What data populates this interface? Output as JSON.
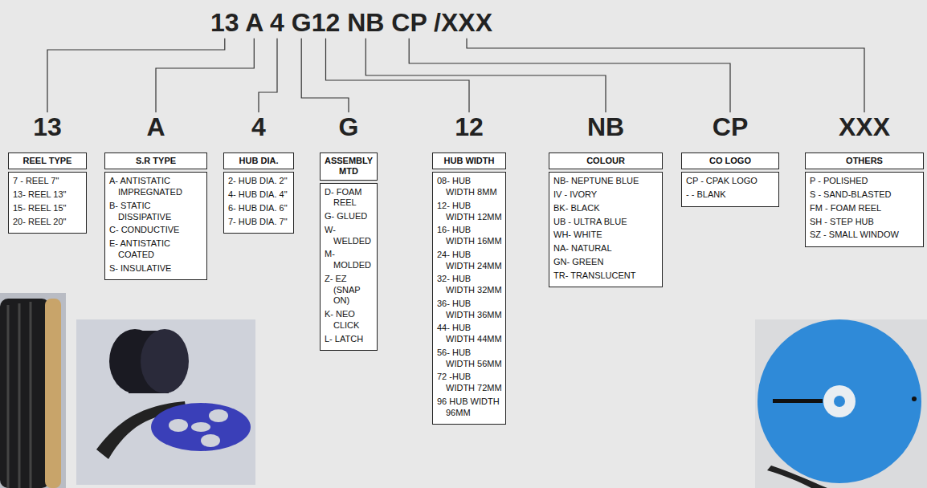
{
  "diagram": {
    "title": "13 A 4 G12 NB CP /XXX",
    "nodes": [
      {
        "text": [
          "13",
          "REEL TYPE",
          "7 - REEL 7\"",
          "13- REEL 13\"",
          "15- REEL 15\"",
          "20- REEL 20\""
        ]
      },
      {
        "text": [
          "A",
          "S.R TYPE",
          "A- ANTISTATIC IMPREGNATED",
          "B- STATIC DISSIPATIVE",
          "C- CONDUCTIVE",
          "E- ANTISTATIC COATED",
          "S- INSULATIVE"
        ]
      },
      {
        "text": [
          "4",
          "HUB DIA.",
          "2- HUB DIA. 2\"",
          "4- HUB DIA. 4\"",
          "6- HUB DIA. 6\"",
          "7- HUB DIA. 7\""
        ]
      },
      {
        "text": [
          "G",
          "ASSEMBLY MTD",
          "D- FOAM REEL",
          "G- GLUED",
          "W- WELDED",
          "M- MOLDED",
          "Z- EZ (SNAP ON)",
          "K- NEO CLICK",
          "L- LATCH"
        ]
      },
      {
        "text": [
          "12",
          "HUB WIDTH",
          "08- HUB WIDTH 8MM",
          "12- HUB WIDTH 12MM",
          "16- HUB WIDTH 16MM",
          "24- HUB WIDTH 24MM",
          "32- HUB WIDTH 32MM",
          "36- HUB WIDTH 36MM",
          "44- HUB WIDTH 44MM",
          "56- HUB WIDTH 56MM",
          "72 -HUB WIDTH 72MM",
          "96 HUB WIDTH 96MM"
        ]
      },
      {
        "text": [
          "NB",
          "COLOUR",
          "NB- NEPTUNE BLUE",
          "IV - IVORY",
          "BK- BLACK",
          "UB - ULTRA BLUE",
          "WH- WHITE",
          "NA- NATURAL",
          "GN- GREEN",
          "TR- TRANSLUCENT"
        ]
      },
      {
        "text": [
          "CP",
          "CO LOGO",
          "CP - CPAK LOGO",
          "- - BLANK"
        ]
      },
      {
        "text": [
          "XXX",
          "OTHERS",
          "P - POLISHED",
          "S - SAND-BLASTED",
          "FM - FOAM REEL",
          "SH - STEP HUB",
          "SZ - SMALL WINDOW"
        ]
      }
    ]
  }
}
